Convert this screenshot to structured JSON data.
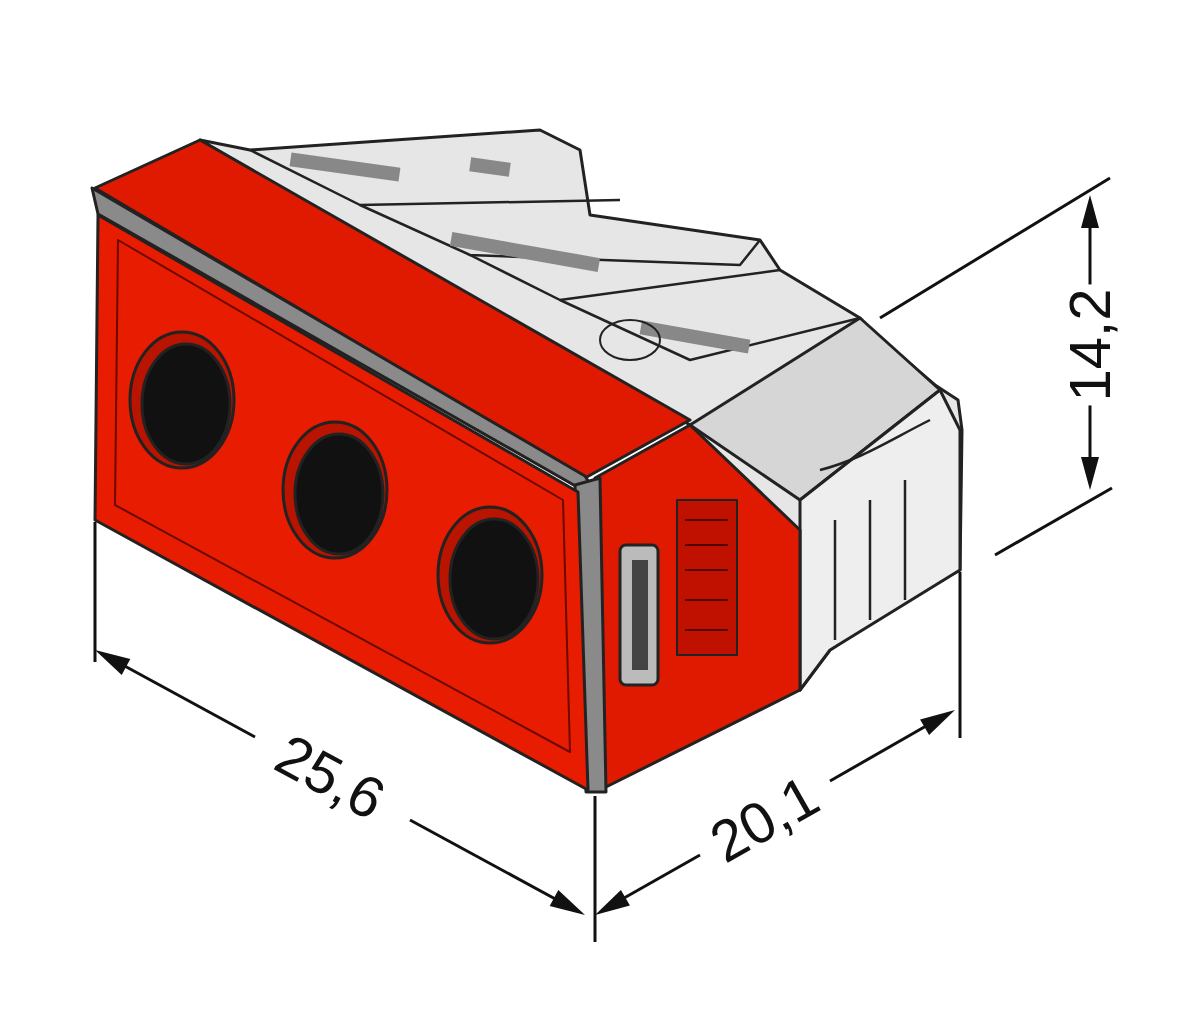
{
  "diagram": {
    "labels": [
      "25,6",
      "20,1",
      "14,2"
    ]
  }
}
